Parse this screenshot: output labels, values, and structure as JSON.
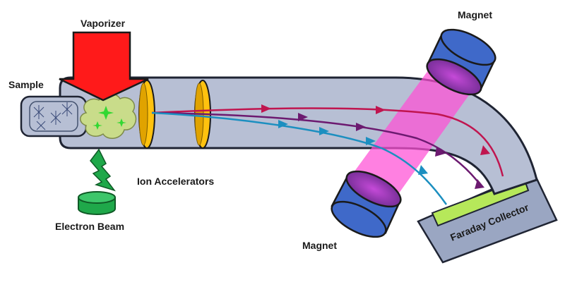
{
  "labels": {
    "sample": "Sample",
    "vaporizer": "Vaporizer",
    "electron_beam": "Electron Beam",
    "ion_accelerators": "Ion Accelerators",
    "magnet_top": "Magnet",
    "magnet_bottom": "Magnet",
    "faraday_collector": "Faraday Collector"
  },
  "colors": {
    "tube_fill": "#b7bfd4",
    "tube_stroke": "#1f2433",
    "vaporizer_arrow": "#ff0000",
    "accelerator": "#ffc20e",
    "magnet": "#3f69c9",
    "magnetic_field": "#ff4fd6",
    "electron_beam": "#1fa84a",
    "sample_cloud": "#c9dc8a",
    "collector_plate": "#b6e85a",
    "collector_body": "#9aa6c2",
    "path_heavy": "#c0154f",
    "path_medium": "#6c1a70",
    "path_light": "#1c8fc0"
  },
  "icons": [
    "vaporizer-arrow-icon",
    "electron-beam-icon",
    "magnet-icon",
    "sample-sparkle-icon"
  ]
}
